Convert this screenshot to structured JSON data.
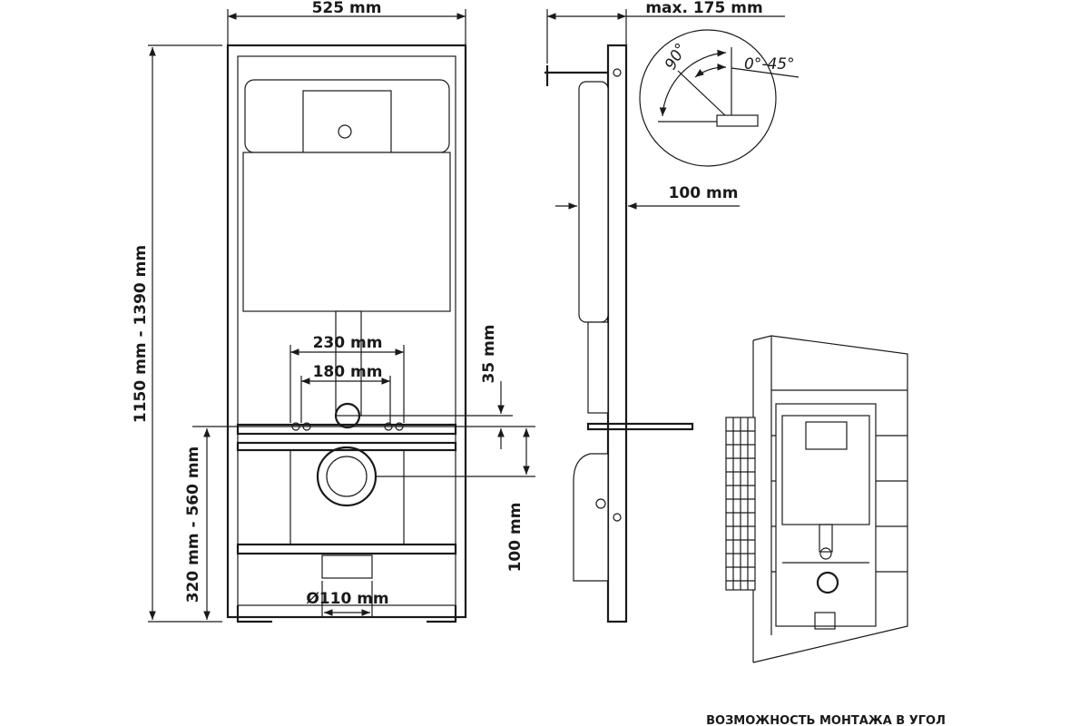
{
  "dimensions": {
    "width": "525 mm",
    "max_depth": "max. 175 mm",
    "height_range": "1150 mm - 1390 mm",
    "depth_100": "100 mm",
    "spacing_230": "230 mm",
    "spacing_180": "180 mm",
    "offset_35": "35 mm",
    "height_low_range": "320 mm - 560 mm",
    "offset_100": "100 mm",
    "pipe_diameter": "Ø110 mm"
  },
  "angle_detail": {
    "angle_90": "90°",
    "angle_range": "0°-45°"
  },
  "caption": "ВОЗМОЖНОСТЬ МОНТАЖА В УГОЛ"
}
